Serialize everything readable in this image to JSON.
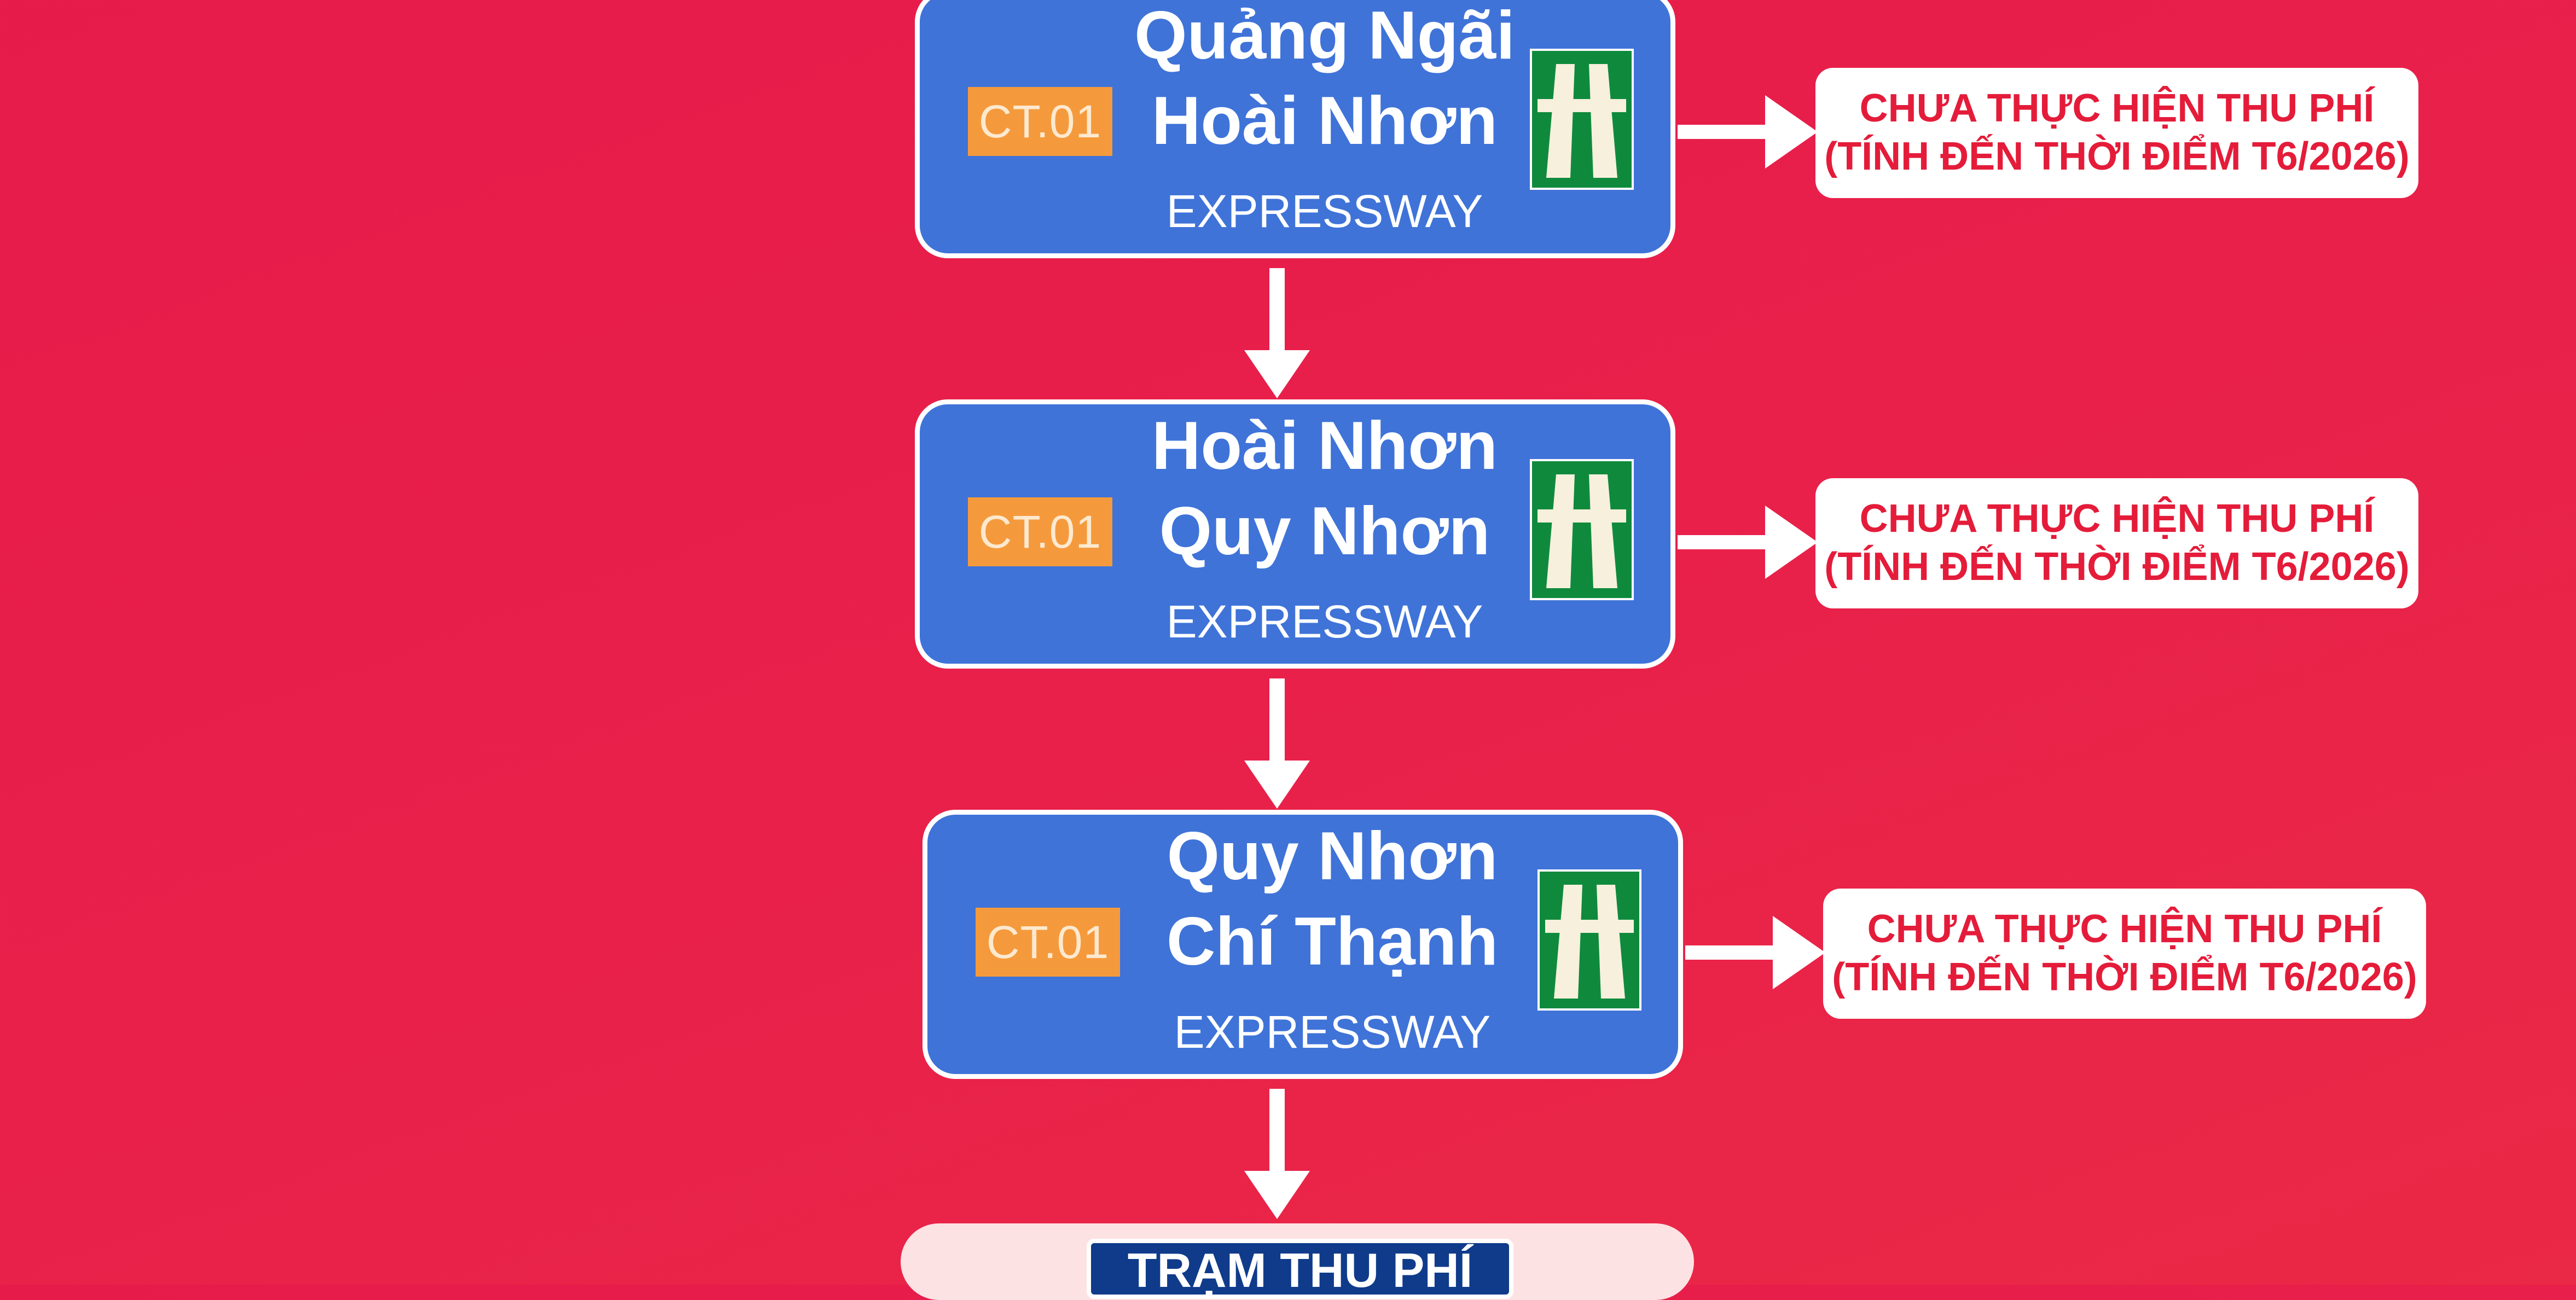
{
  "colors": {
    "background": "#e71b4a",
    "sign_blue": "#3f73d8",
    "code_orange": "#f59a3c",
    "highway_green": "#0f8a3d",
    "note_text": "#e41c3a",
    "toll_blue": "#0f3b8a"
  },
  "signs": [
    {
      "code": "CT.01",
      "line1": "Quảng Ngãi",
      "line2": "Hoài Nhơn",
      "type": "EXPRESSWAY",
      "icon": "expressway-icon",
      "note_line1": "CHƯA THỰC HIỆN THU PHÍ",
      "note_line2": "(TÍNH ĐẾN THỜI ĐIỂM T6/2026)"
    },
    {
      "code": "CT.01",
      "line1": "Hoài Nhơn",
      "line2": "Quy Nhơn",
      "type": "EXPRESSWAY",
      "icon": "expressway-icon",
      "note_line1": "CHƯA THỰC HIỆN THU PHÍ",
      "note_line2": "(TÍNH ĐẾN THỜI ĐIỂM T6/2026)"
    },
    {
      "code": "CT.01",
      "line1": "Quy Nhơn",
      "line2": "Chí Thạnh",
      "type": "EXPRESSWAY",
      "icon": "expressway-icon",
      "note_line1": "CHƯA THỰC HIỆN THU PHÍ",
      "note_line2": "(TÍNH ĐẾN THỜI ĐIỂM T6/2026)"
    }
  ],
  "toll_station": {
    "label": "TRẠM THU PHÍ"
  }
}
